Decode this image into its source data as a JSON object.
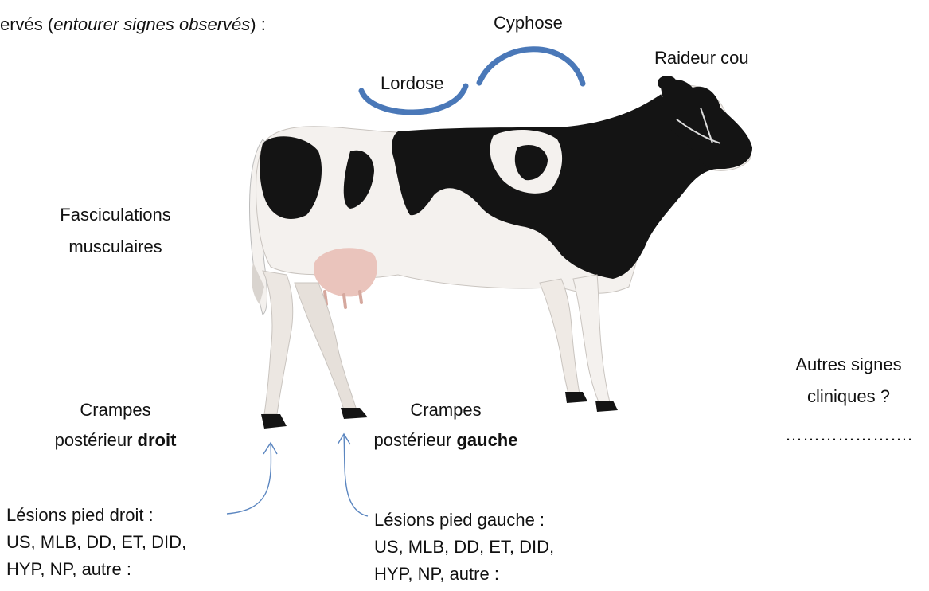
{
  "header": {
    "prefix": "ervés (",
    "italic": "entourer signes observés",
    "suffix": ") :"
  },
  "signs": {
    "cyphose": "Cyphose",
    "lordose": "Lordose",
    "raideur_cou": "Raideur cou",
    "fasciculations_line1": "Fasciculations",
    "fasciculations_line2": "musculaires",
    "crampes_droit_line1": "Crampes",
    "crampes_droit_line2_prefix": "postérieur ",
    "crampes_droit_line2_bold": "droit",
    "crampes_gauche_line1": "Crampes",
    "crampes_gauche_line2_prefix": "postérieur ",
    "crampes_gauche_line2_bold": "gauche",
    "autres_line1": "Autres signes",
    "autres_line2": "cliniques ?",
    "autres_line3": "…………………."
  },
  "lesions": {
    "droit_line1": "Lésions pied droit :",
    "droit_line2": "US, MLB, DD, ET, DID,",
    "droit_line3": "HYP, NP, autre :",
    "gauche_line1": "Lésions pied gauche :",
    "gauche_line2": "US, MLB, DD, ET, DID,",
    "gauche_line3": "HYP, NP, autre :"
  },
  "colors": {
    "arc": "#4a78b8",
    "arrow": "#5b86c0",
    "cow_black": "#141414",
    "cow_white": "#f4f1ee",
    "udder": "#eac4bc"
  },
  "icons": [
    "cow-illustration",
    "cyphose-arc",
    "lordose-arc",
    "arrow-up-right-foot",
    "arrow-up-left-foot"
  ]
}
